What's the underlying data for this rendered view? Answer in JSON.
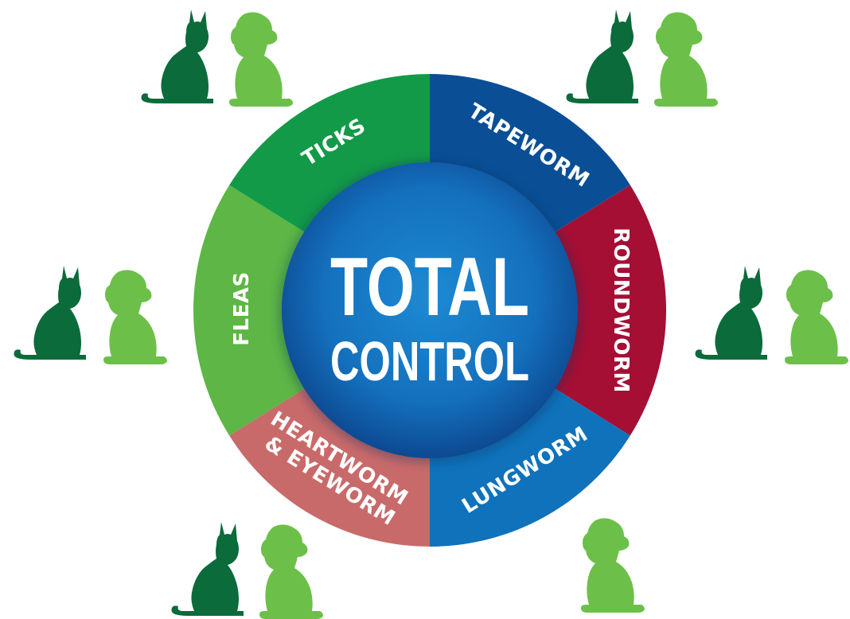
{
  "center": {
    "line1": "TOTAL",
    "line2": "CONTROL"
  },
  "segments": [
    {
      "id": "tapeworm",
      "label": "TAPEWORM",
      "color": "#0a4f96"
    },
    {
      "id": "roundworm",
      "label": "ROUNDWORM",
      "color": "#a50f34"
    },
    {
      "id": "lungworm",
      "label": "LUNGWORM",
      "color": "#0f72bb"
    },
    {
      "id": "heartworm",
      "label_lines": [
        "HEARTWORM",
        "& EYEWORM"
      ],
      "color": "#c96a6a"
    },
    {
      "id": "fleas",
      "label": "FLEAS",
      "color": "#5db645"
    },
    {
      "id": "ticks",
      "label": "TICKS",
      "color": "#139a48"
    }
  ],
  "pet_groups": [
    {
      "id": "top-left",
      "animals": [
        "cat",
        "dog"
      ]
    },
    {
      "id": "top-right",
      "animals": [
        "cat",
        "dog"
      ]
    },
    {
      "id": "middle-left",
      "animals": [
        "cat",
        "dog"
      ]
    },
    {
      "id": "middle-right",
      "animals": [
        "cat",
        "dog"
      ]
    },
    {
      "id": "bottom-left",
      "animals": [
        "cat",
        "dog"
      ]
    },
    {
      "id": "bottom-right",
      "animals": [
        "dog"
      ]
    }
  ],
  "colors": {
    "cat": "#0b6b3a",
    "dog": "#6cc04a",
    "center_light": "#1b86cf",
    "center_dark": "#0a3f86"
  }
}
